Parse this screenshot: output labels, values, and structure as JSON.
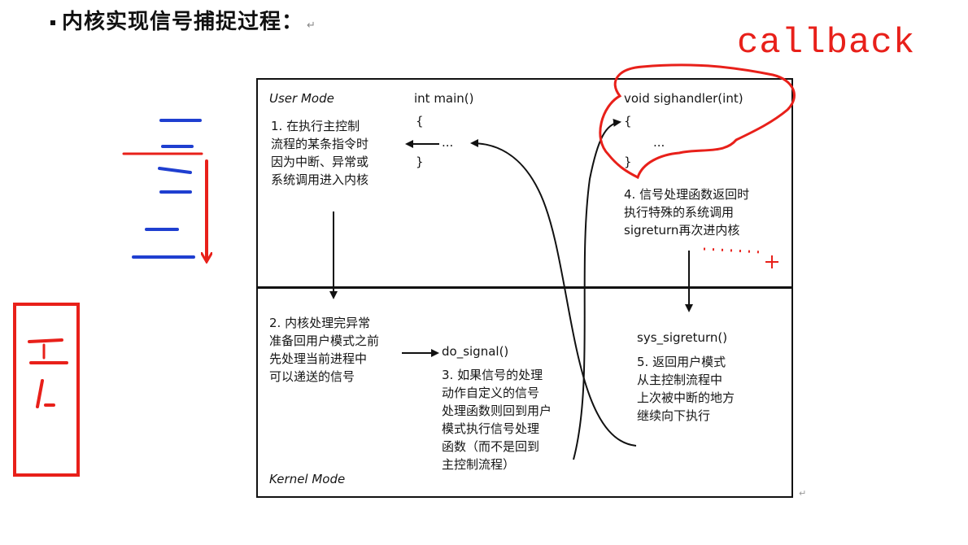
{
  "heading": "内核实现信号捕捉过程：",
  "return_mark": "↵",
  "annotation": {
    "text": "callback",
    "color": "#e8201a"
  },
  "diagram": {
    "user_mode_label": "User Mode",
    "kernel_mode_label": "Kernel Mode",
    "main": {
      "signature": "int main()",
      "open_brace": "{",
      "body": "...",
      "close_brace": "}"
    },
    "handler": {
      "signature": "void sighandler(int)",
      "open_brace": "{",
      "body": "...",
      "close_brace": "}"
    },
    "sys_sigreturn": "sys_sigreturn()",
    "do_signal": "do_signal()",
    "steps": [
      {
        "lines": [
          "1. 在执行主控制",
          "流程的某条指令时",
          "因为中断、异常或",
          "系统调用进入内核"
        ]
      },
      {
        "lines": [
          "2. 内核处理完异常",
          "准备回用户模式之前",
          "先处理当前进程中",
          "可以递送的信号"
        ]
      },
      {
        "lines": [
          "3. 如果信号的处理",
          "动作自定义的信号",
          "处理函数则回到用户",
          "模式执行信号处理",
          "函数（而不是回到",
          "主控制流程）"
        ]
      },
      {
        "lines": [
          "4. 信号处理函数返回时",
          "执行特殊的系统调用",
          "sigreturn再次进内核"
        ]
      },
      {
        "lines": [
          "5. 返回用户模式",
          "从主控制流程中",
          "上次被中断的地方",
          "继续向下执行"
        ]
      }
    ]
  },
  "colors": {
    "ink": "#111111",
    "red": "#e8201a",
    "blue": "#1f3fd0"
  }
}
